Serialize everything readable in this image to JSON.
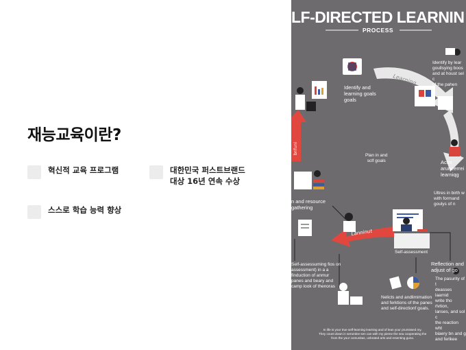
{
  "slide": {
    "title": "재능교육이란?",
    "features": [
      {
        "label": "혁신적 교육 프로그램"
      },
      {
        "label": "대한민국 퍼스트브랜드\n대상 16년 연속 수상"
      },
      {
        "label": "스스로 학습 능력 향상"
      }
    ]
  },
  "infographic": {
    "title": "LF-DIRECTED LEARNIN",
    "subtitle": "PROCESS",
    "steps": {
      "identify": "Identify and\nlearning goals\ngoals",
      "identify_right": "Identify by lear\ngoullsying boos\nand at houst sel c\nof the pahen",
      "action": "Actin\naruneerrei\nlearniqg",
      "action_note": "Ultres in birth w\nwith formand\ngoulys of n",
      "plan": "Plan in and\nsclf goals",
      "resource": "n and resource\ngathering",
      "self_assessment": "Self-assessment",
      "reflection": "Reflection and\nadjust of go",
      "reflection_note": "The pasurity of t\ndeasses laarnid\nwrite tho rlvtion,\nlanses, and sol c\nthe reaction wht\nbiaery bn and g\nand ferlkee",
      "assess_note": "Self-assessuming fios on\nassessment) in a a\nfinduction of anmur\npanes and beary and\ncamp look of thenoras",
      "nelicts": "Nelicts and andlimimation\nand ferktions of the panes\nand self-directionf goals.",
      "footer": "In life is your true self-learning learning and of lean your prumissed my.\nThey count down in seruntine sen can with my pieme the sea cooperating the\nfrom the your comunitas, unbrated arts and resenting guna."
    },
    "arrows": {
      "top": "Learning",
      "bottom": "Lanninut",
      "left": "bnfuni"
    }
  }
}
